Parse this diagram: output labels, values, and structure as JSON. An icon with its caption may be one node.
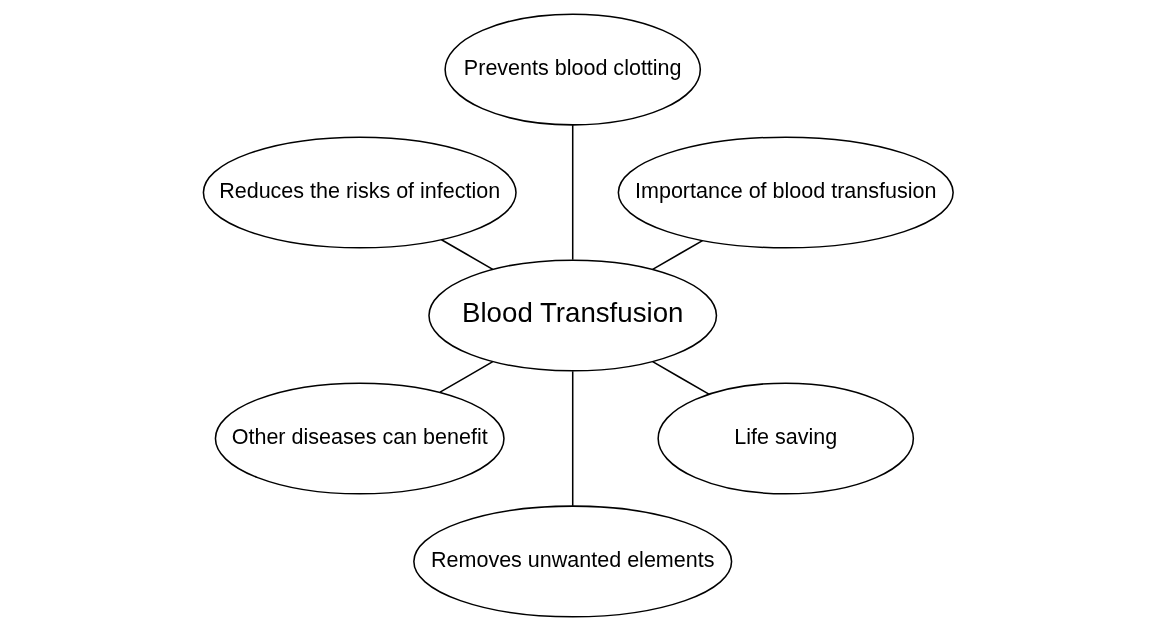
{
  "diagram": {
    "nodes": [
      {
        "text": [
          "Importance of blood transfusion"
        ]
      },
      {
        "text": [
          "Prevents blood clotting"
        ]
      },
      {
        "text": [
          "Reduces the risks of infection"
        ]
      },
      {
        "text": [
          "Blood Transfusion"
        ]
      },
      {
        "text": [
          "Other diseases can benefit"
        ]
      },
      {
        "text": [
          "Removes unwanted elements"
        ]
      },
      {
        "text": [
          "Life saving"
        ]
      }
    ],
    "edges": [
      {
        "from": 3,
        "to": 0,
        "arrow": "none"
      },
      {
        "from": 3,
        "to": 1,
        "arrow": "none"
      },
      {
        "from": 3,
        "to": 2,
        "arrow": "none"
      },
      {
        "from": 3,
        "to": 4,
        "arrow": "none"
      },
      {
        "from": 3,
        "to": 5,
        "arrow": "none"
      },
      {
        "from": 3,
        "to": 6,
        "arrow": "none"
      }
    ]
  }
}
